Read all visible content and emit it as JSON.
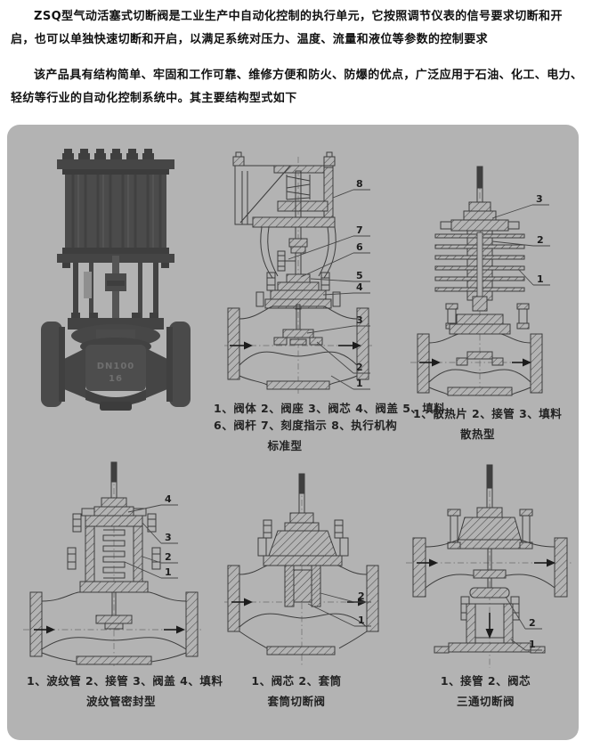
{
  "intro": {
    "p1": "ZSQ型气动活塞式切断阀是工业生产中自动化控制的执行单元，它按照调节仪表的信号要求切断和开启，也可以单独快速切断和开启，以满足系统对压力、温度、流量和液位等参数的控制要求",
    "p2": "该产品具有结构简单、牢固和工作可靠、维修方便和防火、防爆的优点，广泛应用于石油、化工、电力、轻纺等行业的自动化控制系统中。其主要结构型式如下"
  },
  "photo": {
    "marking_line1": "DN100",
    "marking_line2": "16"
  },
  "figures": {
    "standard": {
      "caption_line1": "1、阀体 2、阀座 3、阀芯 4、阀盖 5、填料",
      "caption_line2": "6、阀杆 7、刻度指示 8、执行机构",
      "title": "标准型",
      "callouts": [
        "8",
        "7",
        "6",
        "5",
        "4",
        "3",
        "2",
        "1"
      ]
    },
    "radiator": {
      "caption_line1": "1、散热片 2、接管 3、填料",
      "title": "散热型",
      "callouts": [
        "3",
        "2",
        "1"
      ]
    },
    "bellows": {
      "caption_line1": "1、波纹管 2、接管 3、阀盖 4、填料",
      "title": "波纹管密封型",
      "callouts": [
        "4",
        "3",
        "2",
        "1"
      ]
    },
    "sleeve": {
      "caption_line1": "1、阀芯 2、套筒",
      "title": "套筒切断阀",
      "callouts": [
        "2",
        "1"
      ]
    },
    "threeway": {
      "caption_line1": "1、接管 2、阀芯",
      "title": "三通切断阀",
      "callouts": [
        "2",
        "1"
      ]
    }
  },
  "colors": {
    "panel_bg": "#b3b3b3",
    "drawing_line": "#3d3d3d",
    "photo_dark": "#474747",
    "text": "#111111"
  }
}
